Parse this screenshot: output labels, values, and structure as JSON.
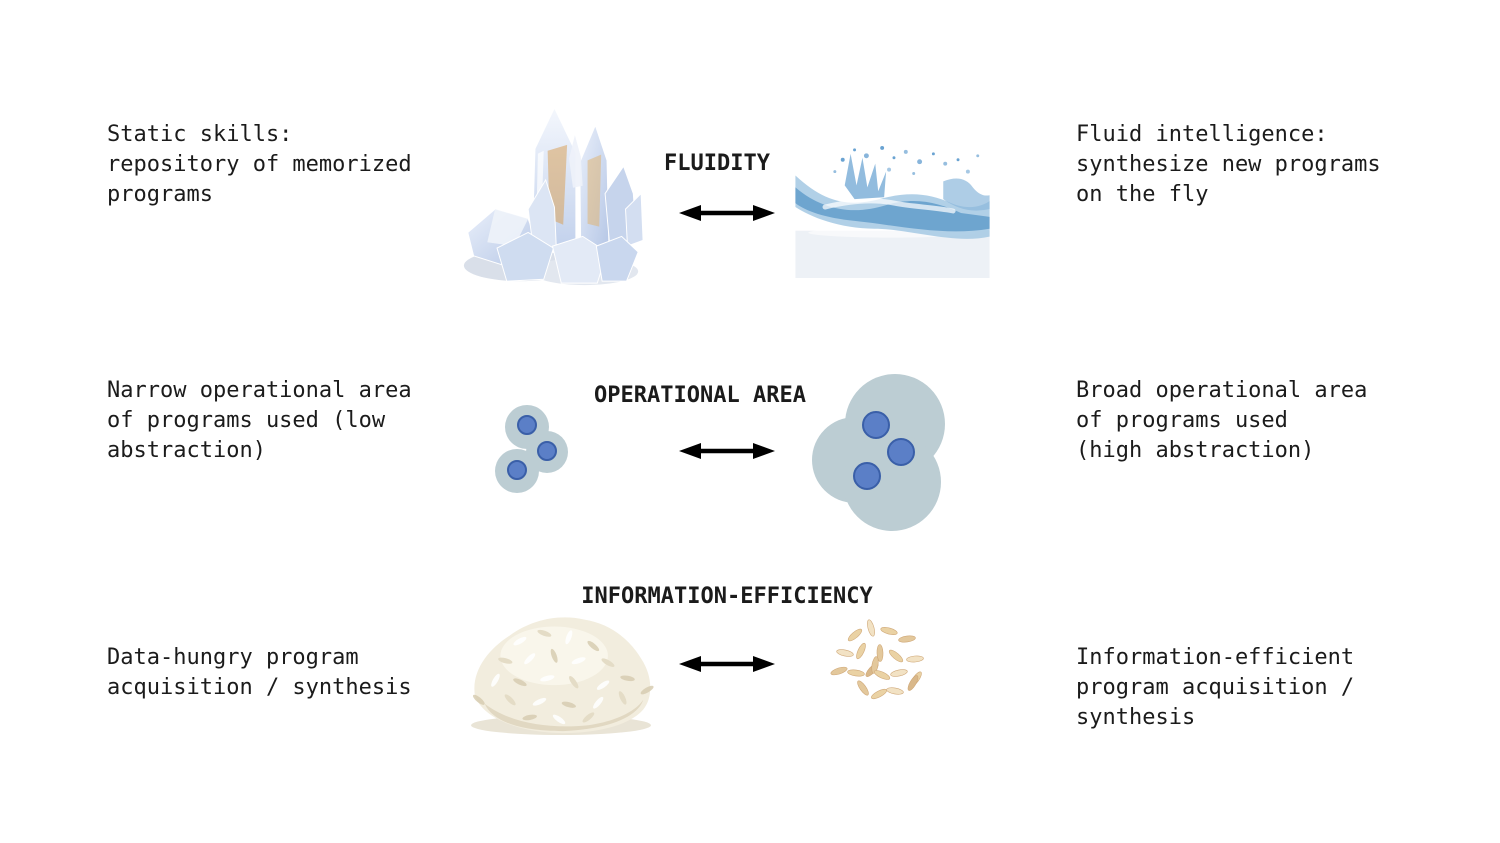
{
  "rows": [
    {
      "id": "fluidity",
      "axis_label": "FLUIDITY",
      "left_text": "Static skills:\nrepository of memorized\nprograms",
      "right_text": "Fluid intelligence:\nsynthesize new programs\non the fly",
      "left_image": "crystal-cluster-photo",
      "right_image": "water-splash-photo"
    },
    {
      "id": "operational-area",
      "axis_label": "OPERATIONAL AREA",
      "left_text": "Narrow operational area\nof programs used (low\nabstraction)",
      "right_text": "Broad operational area\nof programs used\n(high abstraction)",
      "left_image": "small-blob-with-three-dots",
      "right_image": "large-blob-with-three-dots"
    },
    {
      "id": "information-efficiency",
      "axis_label": "INFORMATION-EFFICIENCY",
      "left_text": "Data-hungry program\nacquisition / synthesis",
      "right_text": "Information-efficient\nprogram acquisition /\nsynthesis",
      "left_image": "rice-pile-photo",
      "right_image": "scattered-rice-grains-photo"
    }
  ],
  "colors": {
    "text_color": "#1b1b1b",
    "arrow_color": "#000000",
    "blob_fill": "#bccdd3",
    "dot_fill": "#5b7fc7",
    "dot_stroke": "#3a5fa8",
    "water_blue": "#5e9ac9",
    "crystal_blue": "#c2d1ec",
    "rice_cream": "#f2edde",
    "grain_tan": "#ead2a4"
  }
}
